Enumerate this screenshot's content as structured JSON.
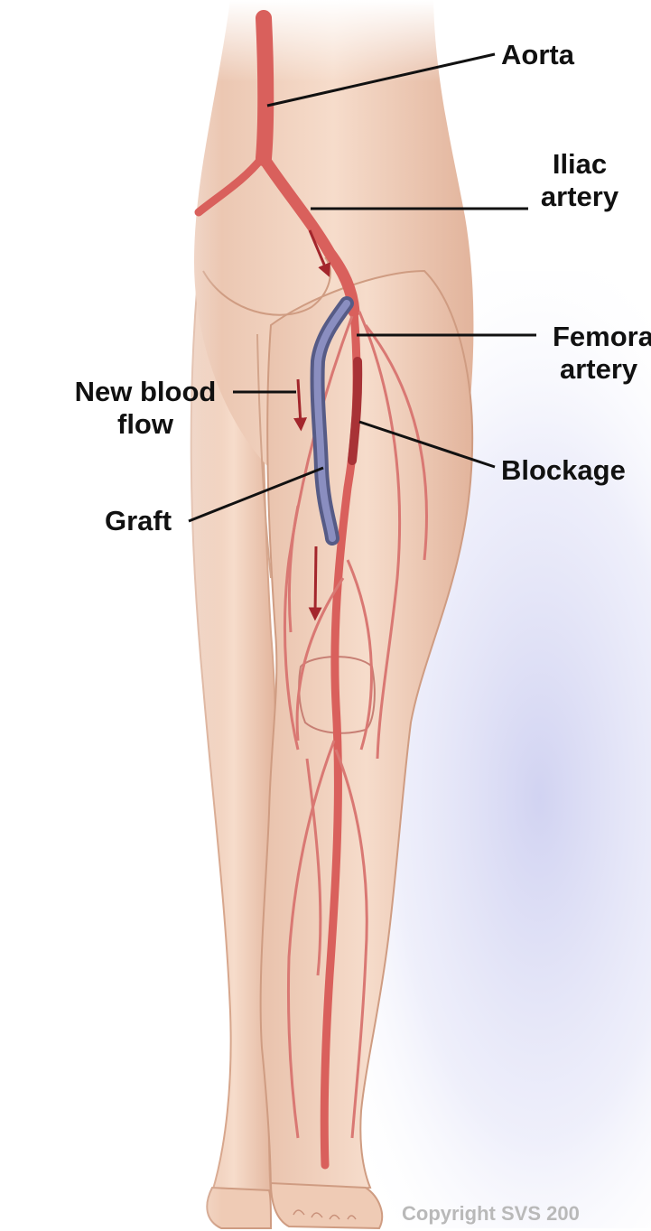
{
  "labels": {
    "aorta": "Aorta",
    "iliac_line1": "Iliac",
    "iliac_line2": "artery",
    "femoral_line1": "Femora",
    "femoral_line2": "artery",
    "new_blood_line1": "New blood",
    "new_blood_line2": "flow",
    "blockage": "Blockage",
    "graft": "Graft"
  },
  "copyright": "Copyright SVS 200",
  "colors": {
    "background": "#ffffff",
    "skin": "#f1d2bd",
    "skin_shadow": "#d9a88e",
    "artery": "#d9605c",
    "artery_dark": "#a83236",
    "graft": "#7f82a8",
    "backdrop": "#dcdcf3",
    "label": "#111111"
  }
}
